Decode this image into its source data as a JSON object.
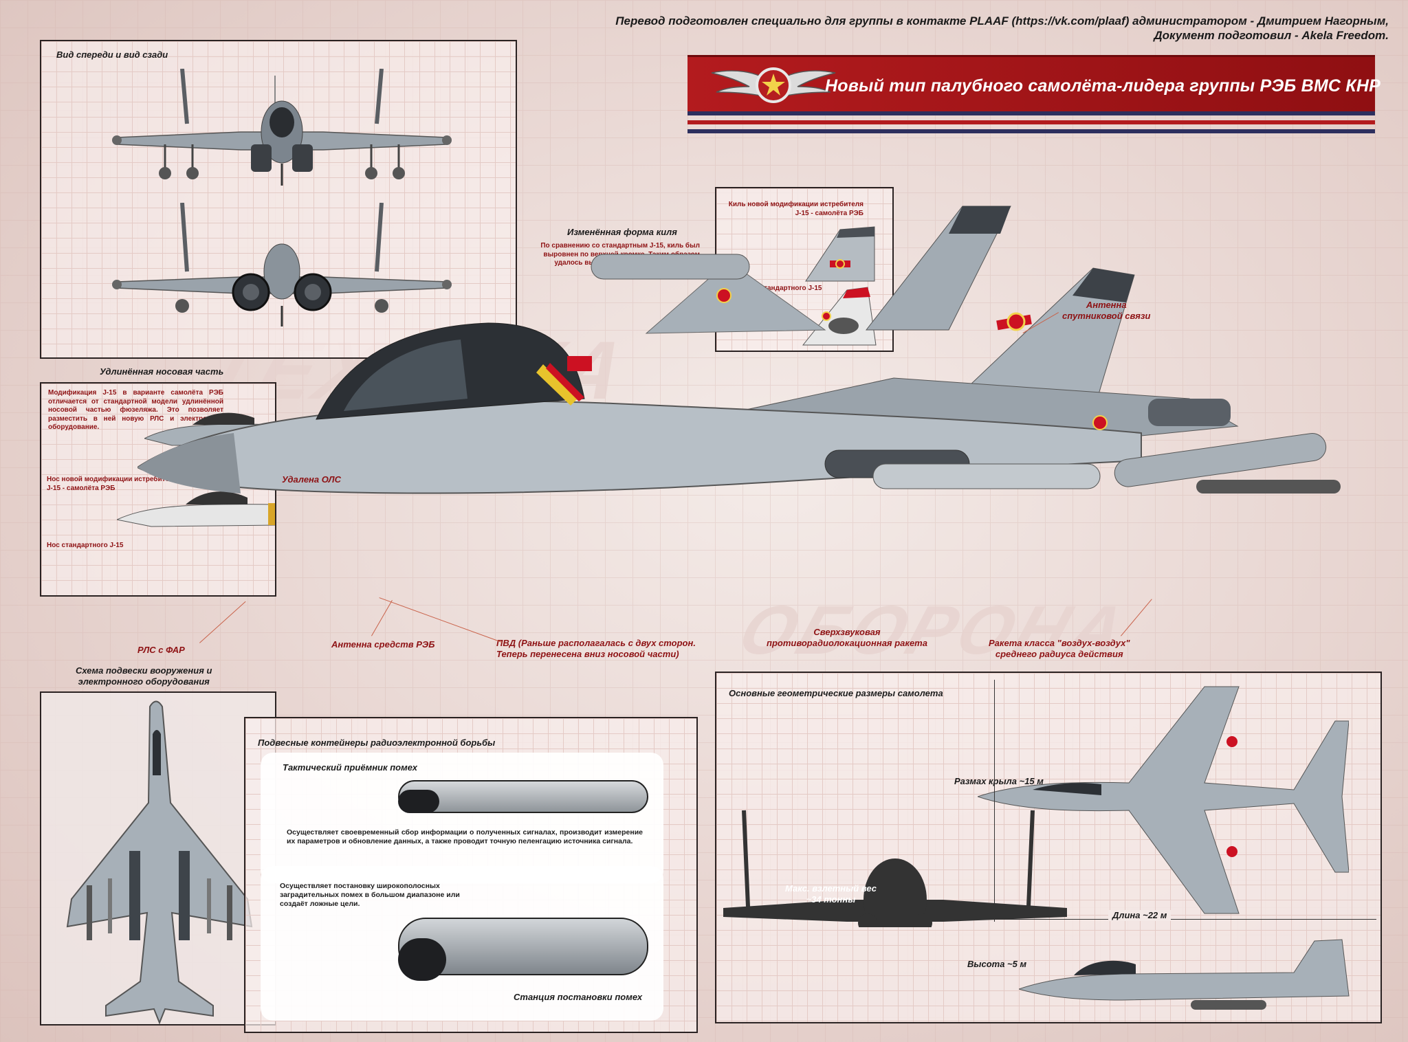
{
  "credit": {
    "line1": "Перевод подготовлен специально для группы в контакте PLAAF (https://vk.com/plaaf) администратором - Дмитрием Нагорным,",
    "line2": "Документ подготовил - Akela Freedom."
  },
  "banner": {
    "title": "Новый тип палубного самолёта-лидера группы РЭБ ВМС КНР",
    "logo_icon": "plaaf-wings-star-emblem"
  },
  "front_rear_panel": {
    "title": "Вид спереди и вид сзади"
  },
  "tail_panel": {
    "heading": "Изменённая форма киля",
    "description": "По сравнению со стандартным J-15, киль был выровнен по верхней кромке. Таким образом удалось выделить место для размещения электронных средств .",
    "new_tail_caption": "Киль новой модификации истребителя J-15 - самолёта РЭБ",
    "std_tail_caption": "Киль стандартного J-15"
  },
  "nose_panel": {
    "heading": "Удлинённая носовая часть",
    "description": "Модификация J-15 в варианте самолёта РЭБ отличается от стандартной модели удлинённой носовой частью фюзеляжа. Это позволяет разместить в ней новую РЛС и электронное оборудование.",
    "new_nose_caption": "Нос новой модификации истребителя J-15 - самолёта РЭБ",
    "std_nose_caption": "Нос стандартного J-15"
  },
  "callouts": {
    "ols_removed": "Удалена ОЛС",
    "satcom_antenna_l1": "Антенна",
    "satcom_antenna_l2": "спутниковой связи",
    "radar": "РЛС с ФАР",
    "ecm_antenna": "Антенна средств РЭБ",
    "pvd_l1": "ПВД (Раньше располагалась с двух сторон.",
    "pvd_l2": "Теперь перенесена вниз носовой части)",
    "arm_l1": "Сверхзвуковая",
    "arm_l2": "противорадиолокационная ракета",
    "aam_l1": "Ракета класса \"воздух-воздух\"",
    "aam_l2": "среднего радиуса действия"
  },
  "loadout_panel": {
    "title_l1": "Схема подвески вооружения и",
    "title_l2": "электронного оборудования"
  },
  "pods_panel": {
    "title": "Подвесные контейнеры радиоэлектронной борьбы",
    "receiver_title": "Тактический приёмник помех",
    "receiver_desc": "Осуществляет своевременный сбор информации о полученных сигналах, производит измерение их параметров и обновление данных, а также проводит точную пеленгацию источника сигнала.",
    "jammer_desc": "Осуществляет постановку широкополосных заградительных помех в большом диапазоне или создаёт ложные цели.",
    "jammer_title": "Станция постановки помех"
  },
  "dimensions_panel": {
    "title": "Основные геометрические размеры самолета",
    "wingspan": "Размах крыла ~15 м",
    "mtow_l1": "Макс. взлетный вес",
    "mtow_l2": "~34 тонны",
    "length": "Длина ~22 м",
    "height": "Высота ~5 м"
  },
  "colors": {
    "banner_red": "#b31b1e",
    "label_red": "#8e1214",
    "airframe_gray": "#a9b2ba",
    "dark_gray": "#4d5258"
  }
}
